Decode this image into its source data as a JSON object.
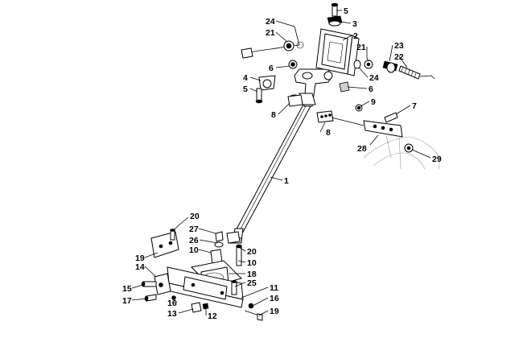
{
  "callouts": [
    {
      "id": "c5a",
      "text": "5"
    },
    {
      "id": "c3",
      "text": "3"
    },
    {
      "id": "c24a",
      "text": "24"
    },
    {
      "id": "c2",
      "text": "2"
    },
    {
      "id": "c21a",
      "text": "21"
    },
    {
      "id": "c21b",
      "text": "21"
    },
    {
      "id": "c23",
      "text": "23"
    },
    {
      "id": "c22",
      "text": "22"
    },
    {
      "id": "c24b",
      "text": "24"
    },
    {
      "id": "c6a",
      "text": "6"
    },
    {
      "id": "c4",
      "text": "4"
    },
    {
      "id": "c5b",
      "text": "5"
    },
    {
      "id": "c6b",
      "text": "6"
    },
    {
      "id": "c9",
      "text": "9"
    },
    {
      "id": "c7",
      "text": "7"
    },
    {
      "id": "c8a",
      "text": "8"
    },
    {
      "id": "c8b",
      "text": "8"
    },
    {
      "id": "c28",
      "text": "28"
    },
    {
      "id": "c29",
      "text": "29"
    },
    {
      "id": "c1",
      "text": "1"
    },
    {
      "id": "c20a",
      "text": "20"
    },
    {
      "id": "c27",
      "text": "27"
    },
    {
      "id": "c26",
      "text": "26"
    },
    {
      "id": "c10a",
      "text": "10"
    },
    {
      "id": "c20b",
      "text": "20"
    },
    {
      "id": "c19a",
      "text": "19"
    },
    {
      "id": "c10b",
      "text": "10"
    },
    {
      "id": "c14",
      "text": "14"
    },
    {
      "id": "c18",
      "text": "18"
    },
    {
      "id": "c25",
      "text": "25"
    },
    {
      "id": "c15",
      "text": "15"
    },
    {
      "id": "c11",
      "text": "11"
    },
    {
      "id": "c17",
      "text": "17"
    },
    {
      "id": "c16a",
      "text": "16"
    },
    {
      "id": "c16b",
      "text": "16"
    },
    {
      "id": "c19b",
      "text": "19"
    },
    {
      "id": "c13",
      "text": "13"
    },
    {
      "id": "c12",
      "text": "12"
    }
  ]
}
